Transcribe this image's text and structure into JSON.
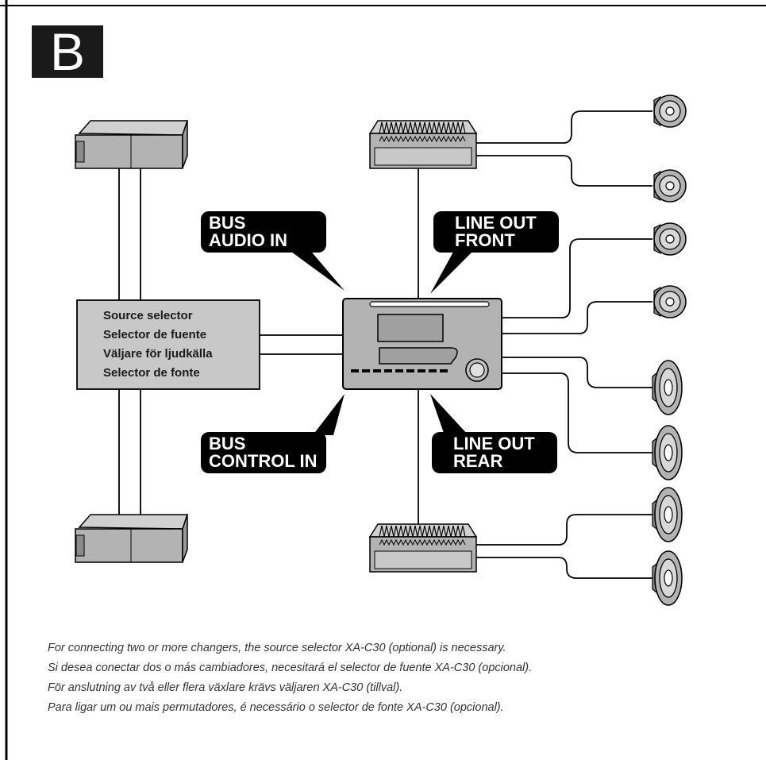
{
  "section_badge": "B",
  "labels": {
    "bus_audio_in": [
      "BUS",
      "AUDIO IN"
    ],
    "line_out_front": [
      "LINE OUT",
      "FRONT"
    ],
    "bus_control_in": [
      "BUS",
      "CONTROL IN"
    ],
    "line_out_rear": [
      "LINE OUT",
      "REAR"
    ]
  },
  "source_selector": {
    "lines": [
      "Source selector",
      "Selector de fuente",
      "Väljare för ljudkälla",
      "Selector de fonte"
    ]
  },
  "captions": [
    "For connecting two or more changers, the source selector XA-C30 (optional) is necessary.",
    "Si desea conectar dos o más cambiadores, necesitará el selector de fuente XA-C30 (opcional).",
    "För anslutning av två eller flera växlare krävs väljaren XA-C30 (tillval).",
    "Para ligar um ou mais permutadores, é necessário o selector de fonte XA-C30 (opcional)."
  ],
  "colors": {
    "unit_fill": "#b3b3b3",
    "selector_fill": "#c8c8c8",
    "label_fill": "#000000",
    "badge_fill": "#1a1a1a"
  }
}
